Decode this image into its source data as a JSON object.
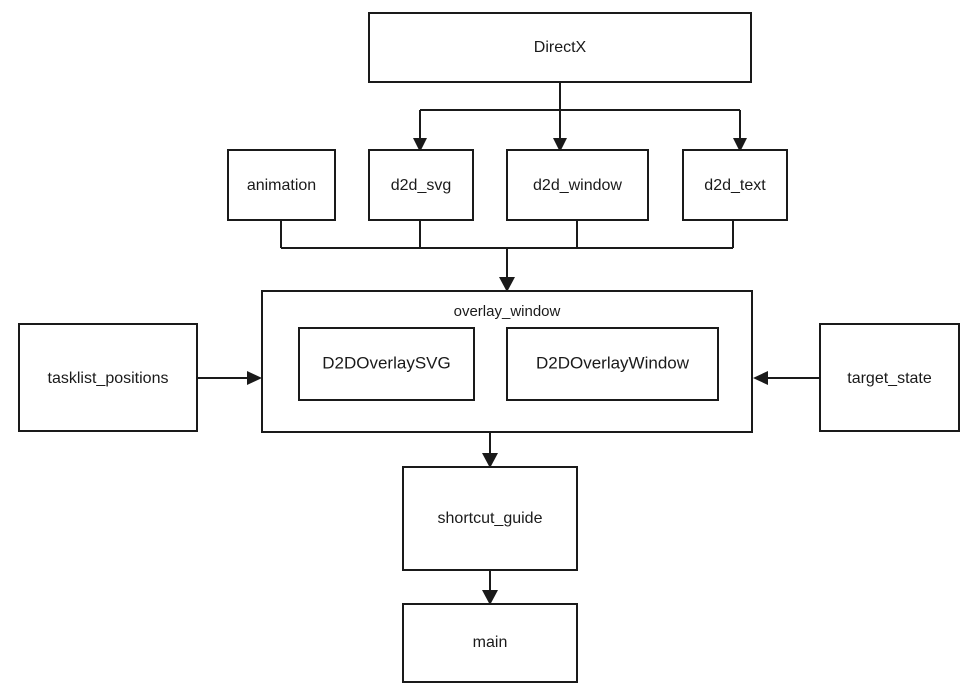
{
  "diagram": {
    "type": "module-dependency-flowchart",
    "title": "",
    "background_color": "#ffffff",
    "line_color": "#1a1a1a",
    "box_fill": "#ffffff",
    "nodes": {
      "directx": {
        "label": "DirectX"
      },
      "animation": {
        "label": "animation"
      },
      "d2d_svg": {
        "label": "d2d_svg"
      },
      "d2d_window": {
        "label": "d2d_window"
      },
      "d2d_text": {
        "label": "d2d_text"
      },
      "overlay_window": {
        "label": "overlay_window"
      },
      "d2d_overlay_svg": {
        "label": "D2DOverlaySVG"
      },
      "d2d_overlay_window": {
        "label": "D2DOverlayWindow"
      },
      "tasklist_positions": {
        "label": "tasklist_positions"
      },
      "target_state": {
        "label": "target_state"
      },
      "shortcut_guide": {
        "label": "shortcut_guide"
      },
      "main": {
        "label": "main"
      }
    },
    "edges": [
      {
        "from": "directx",
        "to": "d2d_svg",
        "style": "orthogonal-arrow"
      },
      {
        "from": "directx",
        "to": "d2d_window",
        "style": "orthogonal-arrow"
      },
      {
        "from": "directx",
        "to": "d2d_text",
        "style": "orthogonal-arrow"
      },
      {
        "from": "animation",
        "to": "overlay_window",
        "style": "orthogonal-arrow"
      },
      {
        "from": "d2d_svg",
        "to": "overlay_window",
        "style": "orthogonal-arrow"
      },
      {
        "from": "d2d_window",
        "to": "overlay_window",
        "style": "orthogonal-arrow"
      },
      {
        "from": "d2d_text",
        "to": "overlay_window",
        "style": "orthogonal-arrow"
      },
      {
        "from": "tasklist_positions",
        "to": "overlay_window",
        "style": "straight-arrow"
      },
      {
        "from": "target_state",
        "to": "overlay_window",
        "style": "straight-arrow"
      },
      {
        "from": "overlay_window",
        "to": "shortcut_guide",
        "style": "straight-arrow"
      },
      {
        "from": "shortcut_guide",
        "to": "main",
        "style": "straight-arrow"
      }
    ]
  }
}
